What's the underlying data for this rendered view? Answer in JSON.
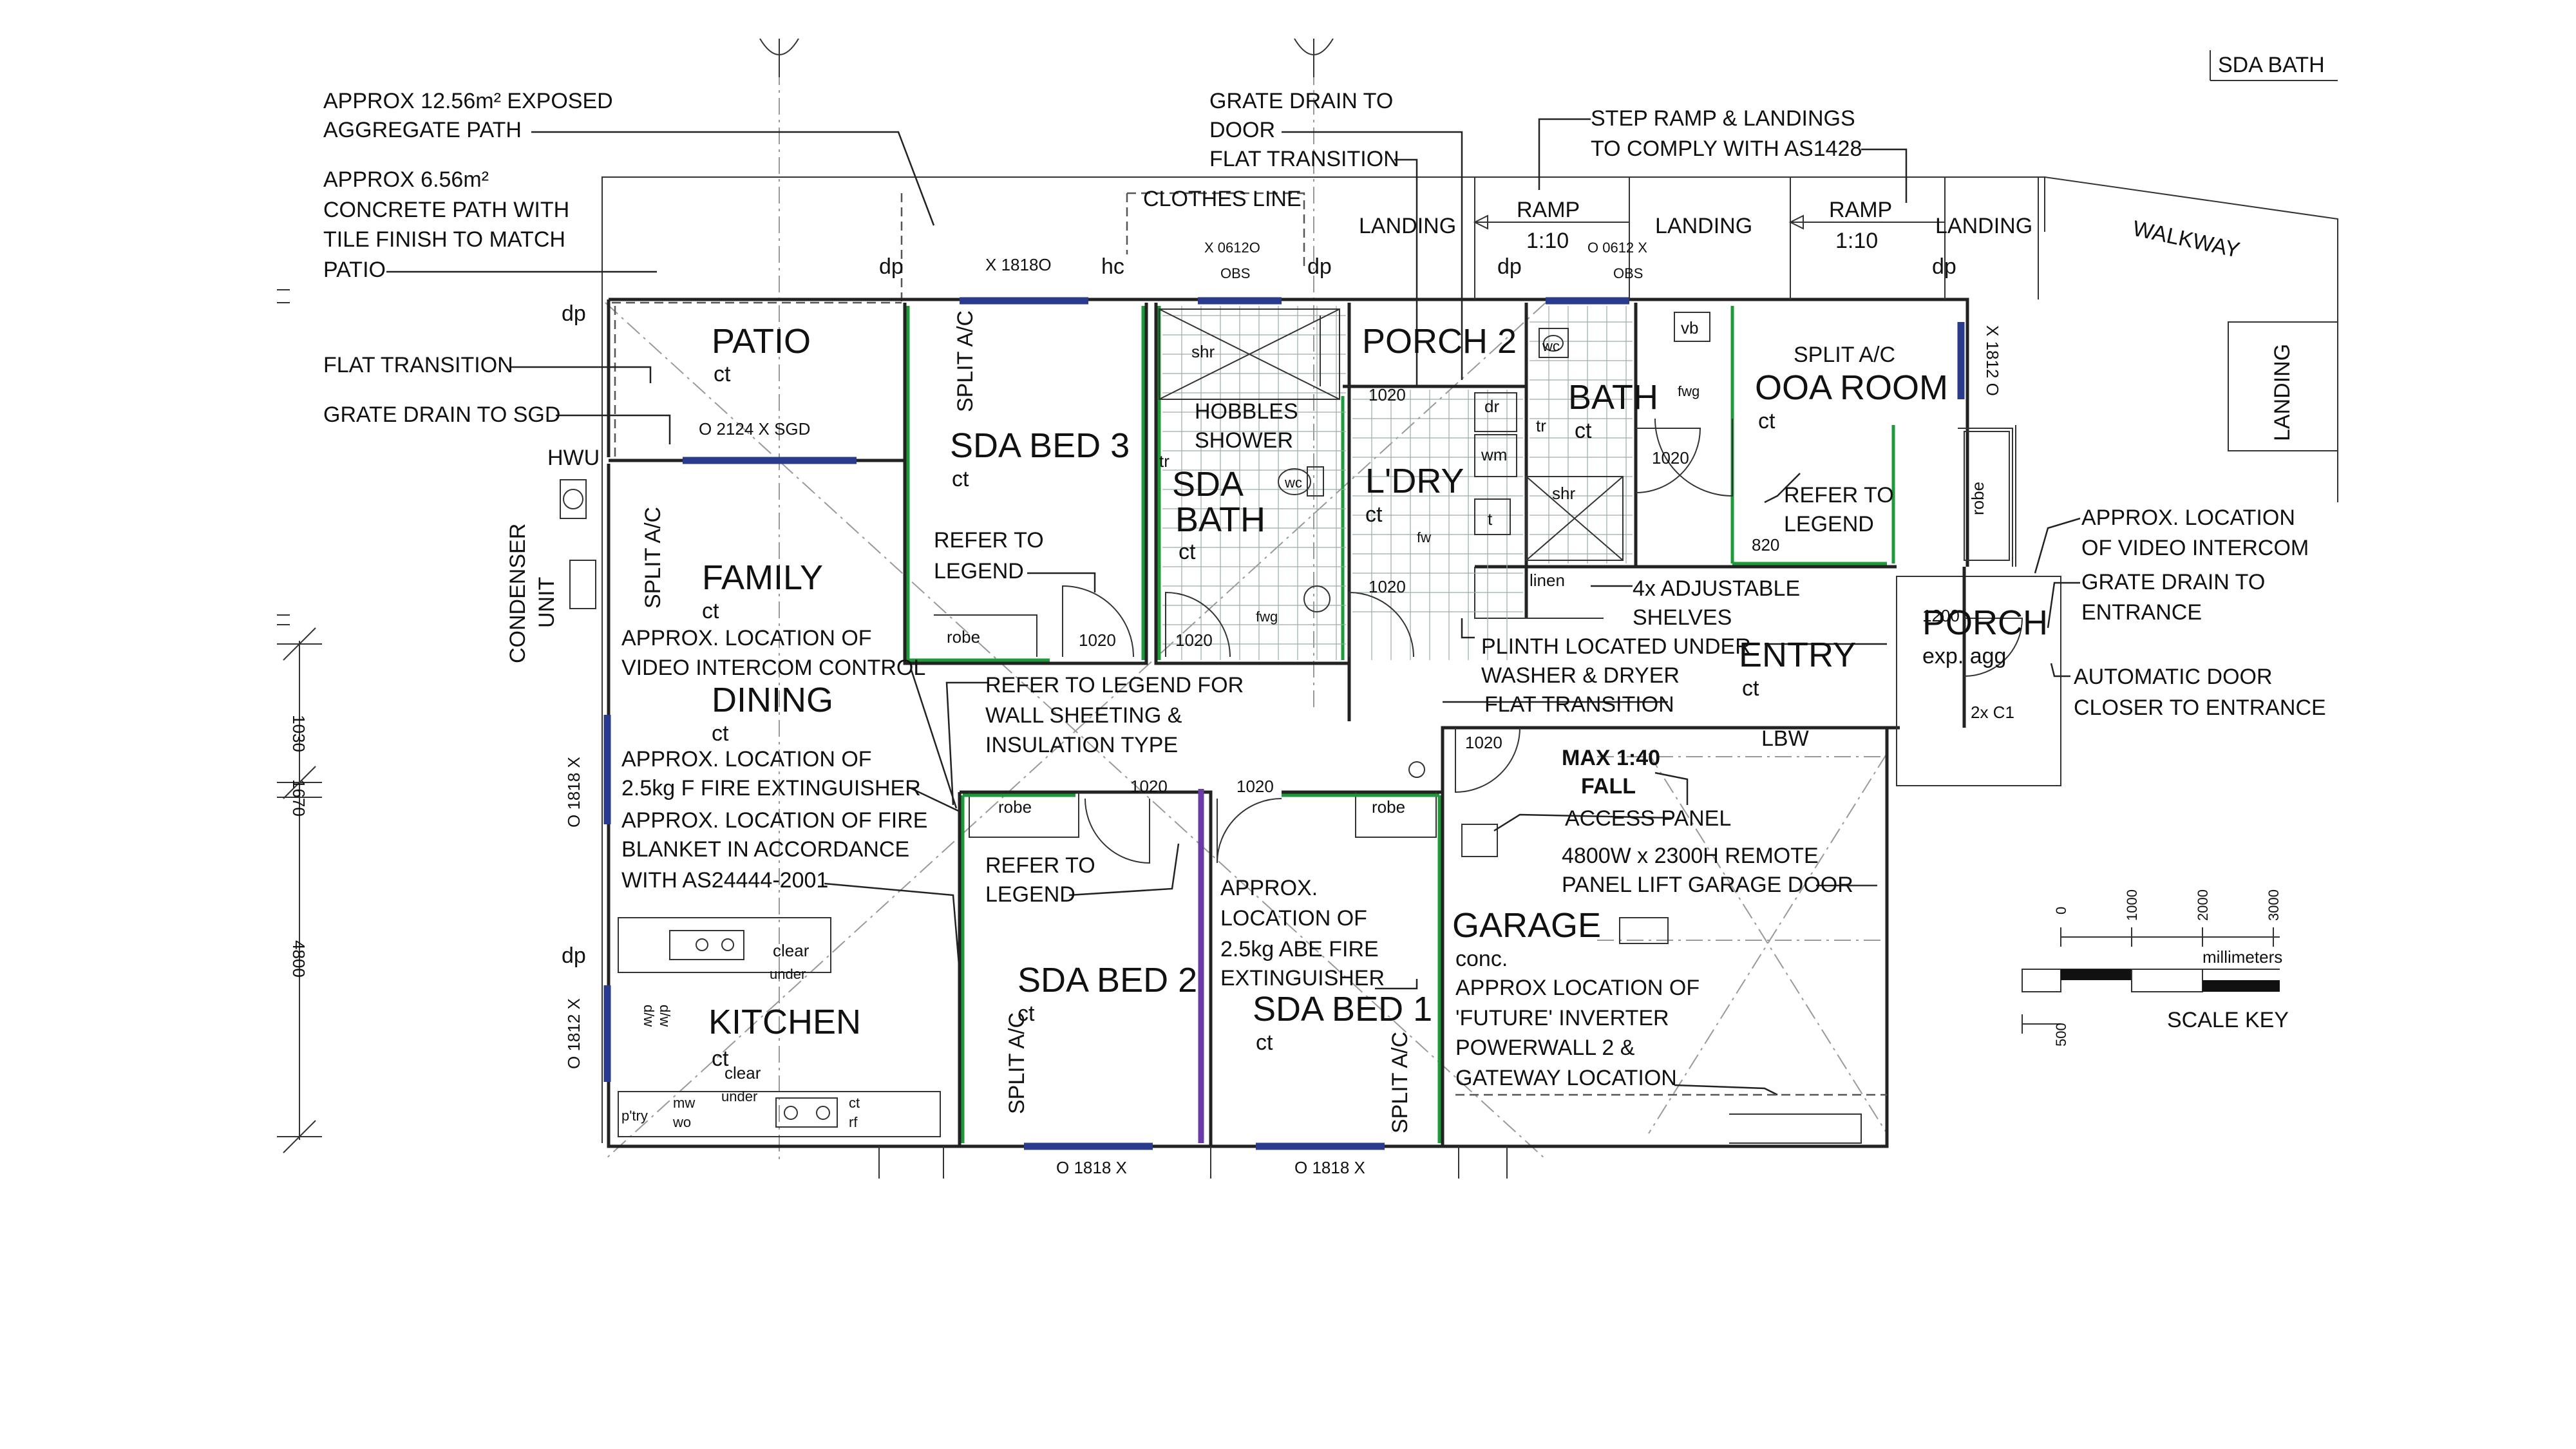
{
  "sheet_tag": "SDA BATH",
  "rooms": {
    "patio": "PATIO",
    "family": "FAMILY",
    "dining": "DINING",
    "kitchen": "KITCHEN",
    "sda_bed_3": "SDA BED 3",
    "sda_bed_2": "SDA BED 2",
    "sda_bed_1": "SDA BED 1",
    "sda_bath_1": "SDA",
    "sda_bath_2": "BATH",
    "laundry": "L'DRY",
    "porch_2": "PORCH 2",
    "bath": "BATH",
    "ooa_room": "OOA ROOM",
    "entry": "ENTRY",
    "porch": "PORCH",
    "garage": "GARAGE",
    "walkway": "WALKWAY",
    "landing_side": "LANDING"
  },
  "finishes": {
    "ct": "ct",
    "conc": "conc.",
    "exp_agg": "exp. agg"
  },
  "notes": {
    "aggregate_path_1": "APPROX 12.56m² EXPOSED",
    "aggregate_path_2": "AGGREGATE PATH",
    "concrete_path_1": "APPROX 6.56m²",
    "concrete_path_2": "CONCRETE PATH WITH",
    "concrete_path_3": "TILE FINISH TO MATCH",
    "concrete_path_4": "PATIO",
    "flat_transition": "FLAT TRANSITION",
    "grate_drain_sgd": "GRATE DRAIN TO SGD",
    "hwu": "HWU",
    "condenser_unit_1": "CONDENSER",
    "condenser_unit_2": "UNIT",
    "grate_drain_door_1": "GRATE DRAIN TO",
    "grate_drain_door_2": "DOOR",
    "flat_transition_2": "FLAT TRANSITION",
    "clothes_line": "CLOTHES LINE",
    "step_ramp_1": "STEP RAMP & LANDINGS",
    "step_ramp_2": "TO COMPLY WITH AS1428",
    "landing": "LANDING",
    "ramp": "RAMP",
    "ramp_grade": "1:10",
    "video_intercom_control_1": "APPROX. LOCATION OF",
    "video_intercom_control_2": "VIDEO INTERCOM CONTROL",
    "fire_ext_1": "APPROX. LOCATION OF",
    "fire_ext_2": "2.5kg F FIRE EXTINGUISHER",
    "fire_blanket_1": "APPROX. LOCATION OF FIRE",
    "fire_blanket_2": "BLANKET IN ACCORDANCE",
    "fire_blanket_3": "WITH AS24444-2001",
    "refer_legend_1": "REFER TO",
    "refer_legend_2": "LEGEND",
    "wall_sheeting_1": "REFER TO LEGEND FOR",
    "wall_sheeting_2": "WALL SHEETING &",
    "wall_sheeting_3": "INSULATION TYPE",
    "abe_ext_1": "APPROX.",
    "abe_ext_2": "LOCATION OF",
    "abe_ext_3": "2.5kg ABE FIRE",
    "abe_ext_4": "EXTINGUISHER",
    "hobbles_1": "HOBBLES",
    "hobbles_2": "SHOWER",
    "adj_shelves_1": "4x ADJUSTABLE",
    "adj_shelves_2": "SHELVES",
    "plinth_1": "PLINTH LOCATED UNDER",
    "plinth_2": "WASHER & DRYER",
    "flat_transition_3": "FLAT TRANSITION",
    "fall_1": "MAX 1:40",
    "fall_2": "FALL",
    "access_panel": "ACCESS PANEL",
    "garage_door_1": "4800W x 2300H REMOTE",
    "garage_door_2": "PANEL LIFT GARAGE DOOR",
    "inverter_1": "APPROX LOCATION OF",
    "inverter_2": "'FUTURE' INVERTER",
    "inverter_3": "POWERWALL 2 &",
    "inverter_4": "GATEWAY LOCATION",
    "intercom_1": "APPROX. LOCATION",
    "intercom_2": "OF VIDEO INTERCOM",
    "entrance_drain_1": "GRATE DRAIN TO",
    "entrance_drain_2": "ENTRANCE",
    "door_closer_1": "AUTOMATIC DOOR",
    "door_closer_2": "CLOSER TO ENTRANCE",
    "split_ac": "SPLIT A/C",
    "lbw": "LBW"
  },
  "small_labels": {
    "dp": "dp",
    "hc": "hc",
    "robe": "robe",
    "linen": "linen",
    "shr": "shr",
    "tr": "tr",
    "dr": "dr",
    "wm": "wm",
    "t": "t",
    "fw": "fw",
    "fwg": "fwg",
    "wc": "wc",
    "vb": "vb",
    "dw": "d/w",
    "clear": "clear",
    "under": "under",
    "ptry": "p'try",
    "mw": "mw",
    "wo": "wo",
    "rf": "rf",
    "cx": "2x C1",
    "w1818_180": "X 1818O",
    "w0612_obs": "X 0612O",
    "obs": "OBS",
    "w0612_obs_2": "O 0612 X",
    "obs_2": "OBS",
    "w1812": "X 1812 O",
    "w2124": "O 2124 X SGD",
    "w1818_v": "O 1818 X",
    "w1812_v": "O 1812 X",
    "w1818_b1": "O 1818 X",
    "w1818_b2": "O 1818 X",
    "d1020": "1020",
    "d820": "820",
    "d1200": "1200",
    "dim_1": "1030",
    "dim_2": "4800",
    "dim_3": "1670"
  },
  "scale": {
    "title": "SCALE KEY",
    "unit": "millimeters",
    "ticks": [
      "0",
      "1000",
      "2000",
      "3000"
    ],
    "sub_tick": "500"
  }
}
